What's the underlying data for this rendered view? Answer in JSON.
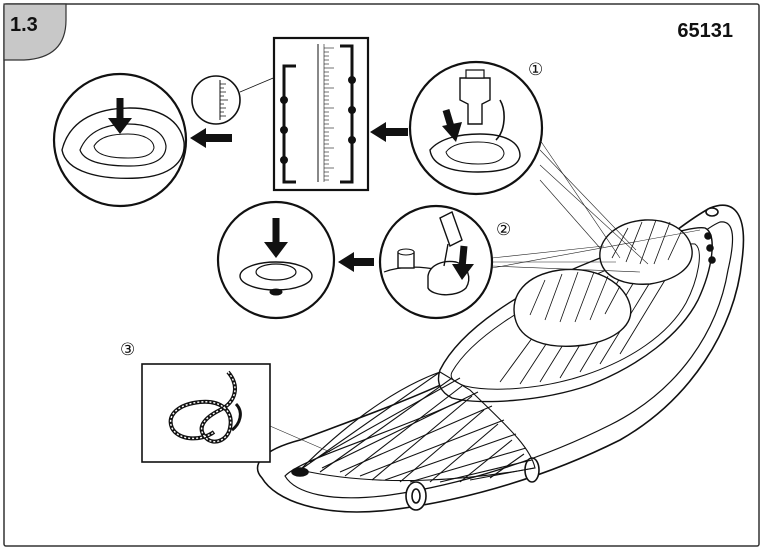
{
  "step": {
    "label": "1.3"
  },
  "model": {
    "number": "65131"
  },
  "markers": {
    "one": "①",
    "two": "②",
    "three": "③"
  },
  "colors": {
    "line": "#111111",
    "tab": "#c8c8c8",
    "paper": "#ffffff",
    "frame": "#333333"
  },
  "icons": [
    "arrow-right-icon",
    "arrow-down-icon",
    "ruler-icon",
    "valve-icon",
    "pump-nozzle-icon",
    "rope-knot-icon",
    "kayak-illustration"
  ]
}
